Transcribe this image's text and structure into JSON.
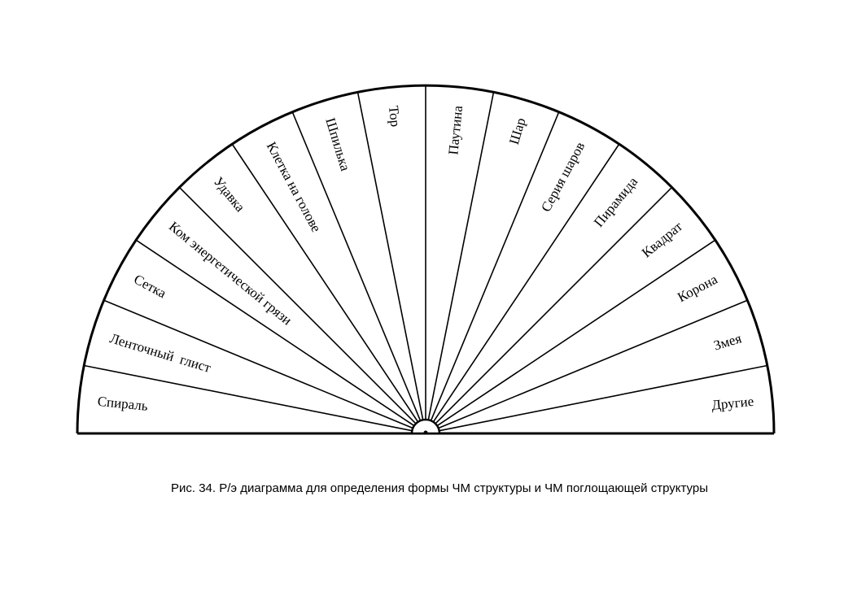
{
  "diagram": {
    "type": "semicircular-pendulum-chart",
    "sectors": [
      "Спираль",
      "Ленточный  глист",
      "Сетка",
      "Ком энергетической грязи",
      "Удавка",
      "Клетка на голове",
      "Шпилька",
      "Тор",
      "Паутина",
      "Шар",
      "Серия шаров",
      "Пирамида",
      "Квадрат",
      "Корона",
      "Змея",
      "Другие"
    ],
    "line_color": "#000000",
    "background": "#ffffff"
  },
  "caption": "Рис. 34. Р/э диаграмма для определения формы ЧМ структуры и ЧМ поглощающей структуры"
}
